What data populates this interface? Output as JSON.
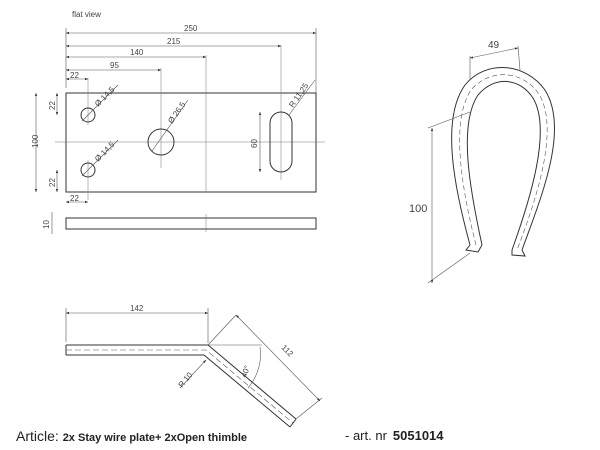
{
  "flat_view": {
    "title": "flat view",
    "dims": {
      "d250": "250",
      "d215": "215",
      "d140": "140",
      "d95": "95",
      "d22_top": "22",
      "d22_bottom": "22",
      "d22_left_top": "22",
      "d22_left_bottom": "22",
      "d100": "100",
      "hole1": "Ø 14,5",
      "hole2": "Ø 14,5",
      "hole_big": "Ø 26,5",
      "slot_r": "R 11,25",
      "slot_len": "60",
      "thickness": "10"
    }
  },
  "bent_view": {
    "d142": "142",
    "d112": "112",
    "angle": "40°",
    "radius": "R 10"
  },
  "thimble": {
    "width": "49",
    "height": "100"
  },
  "footer": {
    "article_label": "Article:",
    "article_text": "2x Stay wire plate+ 2xOpen thimble",
    "artnr_label": "- art. nr",
    "artnr_value": "5051014"
  }
}
